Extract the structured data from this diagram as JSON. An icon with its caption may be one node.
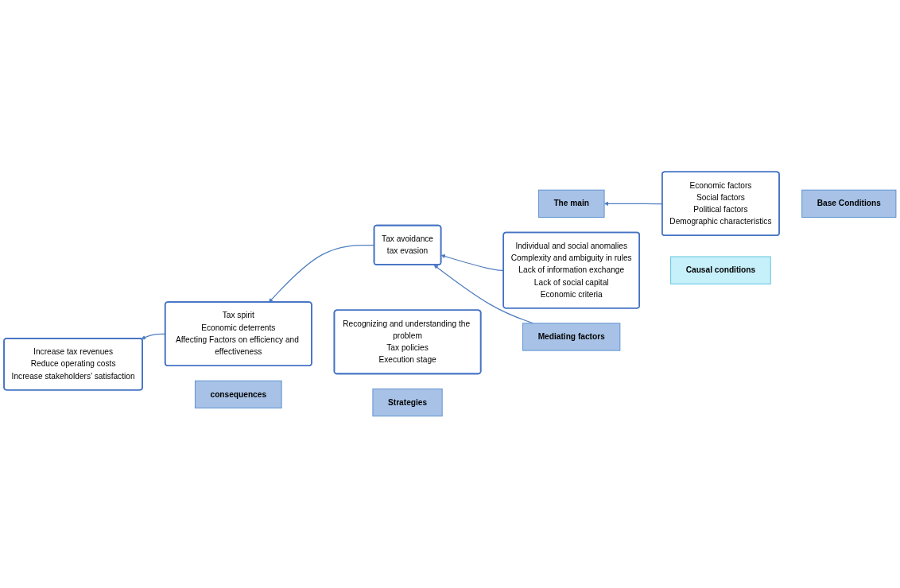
{
  "diagram": {
    "nodes": [
      {
        "text": [
          "Base Conditions"
        ]
      },
      {
        "text": [
          "Economic factors",
          "Social factors",
          "Political factors",
          "Demographic characteristics"
        ]
      },
      {
        "text": [
          "The main"
        ]
      },
      {
        "text": [
          "Tax avoidance",
          "tax evasion"
        ]
      },
      {
        "text": [
          "Causal conditions"
        ]
      },
      {
        "text": [
          "Individual and social anomalies",
          "Complexity and ambiguity in rules",
          "Lack of information exchange",
          "Lack of social capital",
          "Economic criteria"
        ]
      },
      {
        "text": [
          "Mediating factors"
        ]
      },
      {
        "text": [
          "Recognizing and understanding the problem",
          "Tax policies",
          "Execution stage"
        ]
      },
      {
        "text": [
          "Strategies"
        ]
      },
      {
        "text": [
          "Tax spirit",
          "Economic deterrents",
          "Affecting Factors on efficiency and effectiveness"
        ]
      },
      {
        "text": [
          "consequences"
        ]
      },
      {
        "text": [
          "Increase tax revenues",
          "Reduce operating costs",
          "Increase stakeholders’ satisfaction"
        ]
      }
    ],
    "edges": [
      {
        "from": 1,
        "to": 2,
        "arrow": "to"
      },
      {
        "from": 5,
        "to": 3,
        "arrow": "to"
      },
      {
        "from": 6,
        "to": 3,
        "arrow": "to"
      },
      {
        "from": 3,
        "to": 9,
        "arrow": "to"
      },
      {
        "from": 9,
        "to": 11,
        "arrow": "to"
      }
    ]
  }
}
